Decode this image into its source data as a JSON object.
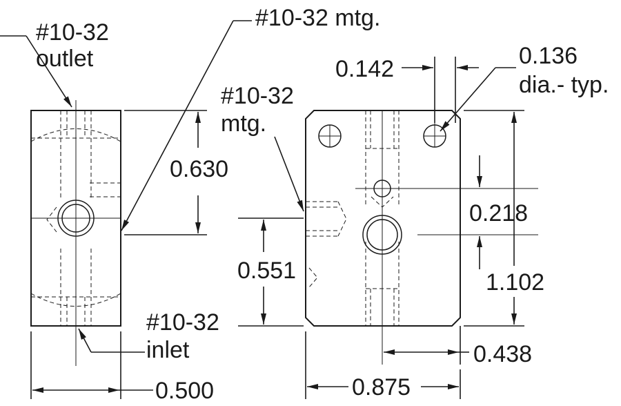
{
  "labels": {
    "outlet_top": "#10-32",
    "outlet_bottom": "outlet",
    "mtg_top": "#10-32 mtg.",
    "mtg_side_top": "#10-32",
    "mtg_side_bottom": "mtg.",
    "dia_top": "0.136",
    "dia_bottom": "dia.- typ.",
    "inlet_top": "#10-32",
    "inlet_bottom": "inlet"
  },
  "dimensions": {
    "height_upper": "0.630",
    "height_lower": "0.551",
    "hole_spacing": "0.142",
    "port_offset": "0.218",
    "total_height": "1.102",
    "center_offset": "0.438",
    "side_width": "0.500",
    "front_width": "0.875"
  }
}
